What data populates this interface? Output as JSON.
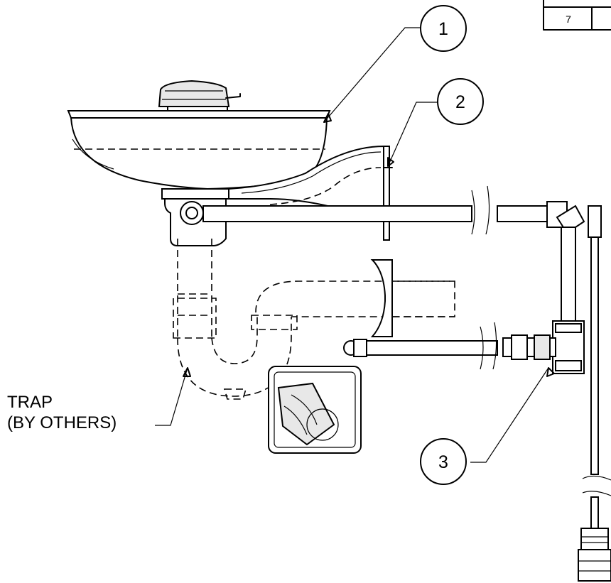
{
  "callouts": [
    {
      "id": "1",
      "text": "1"
    },
    {
      "id": "2",
      "text": "2"
    },
    {
      "id": "3",
      "text": "3"
    }
  ],
  "trap_label": {
    "line1": "TRAP",
    "line2": "(BY OTHERS)"
  },
  "table_fragment": {
    "cell": "7"
  }
}
